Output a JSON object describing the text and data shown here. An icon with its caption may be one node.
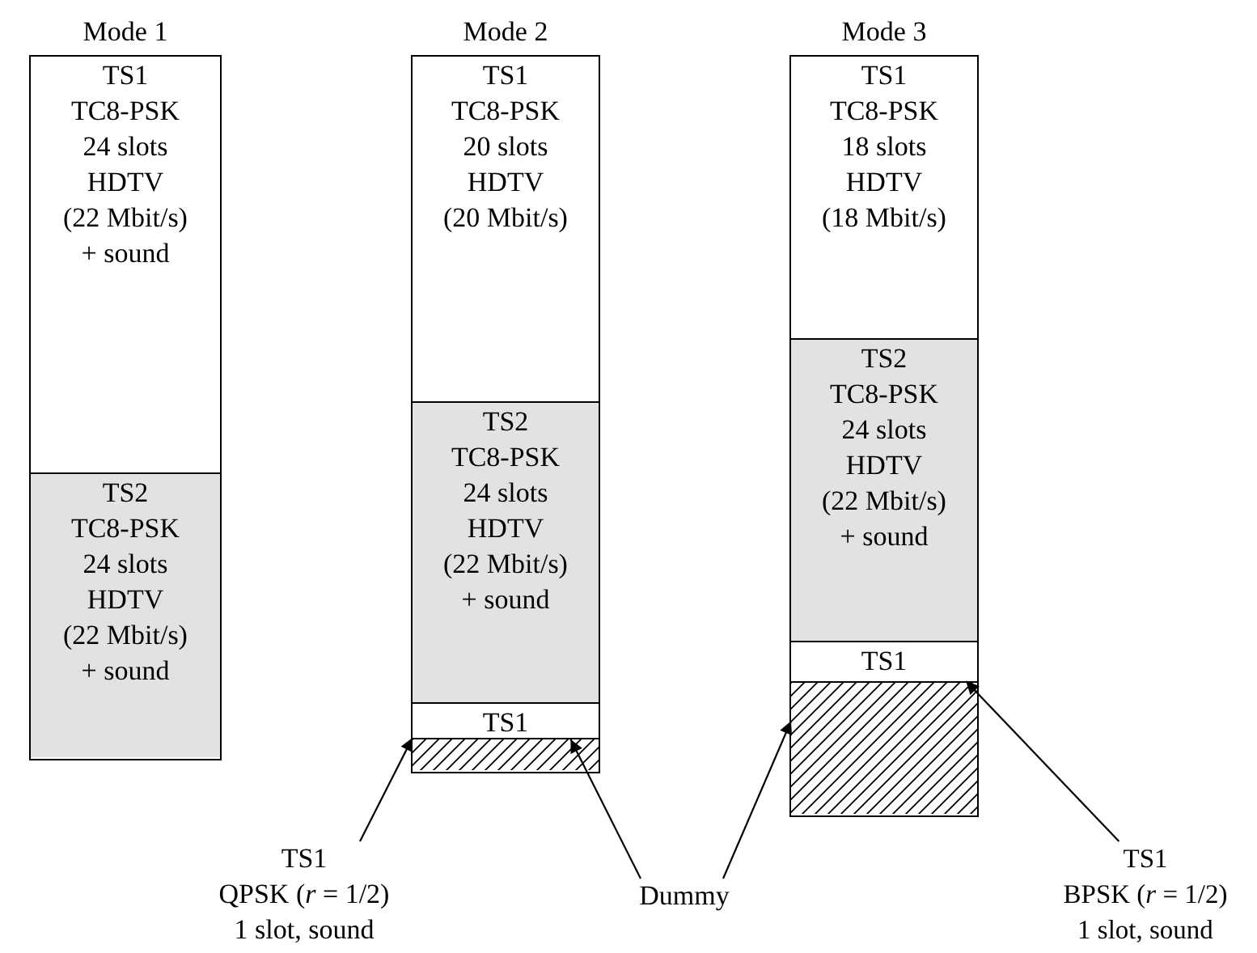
{
  "diagram": {
    "nodes": [
      {
        "text": [
          "Mode 1"
        ]
      },
      {
        "text": [
          "TS1",
          "TC8-PSK",
          "24 slots",
          "HDTV",
          "(22 Mbit/s)",
          "+ sound"
        ],
        "in": 0
      },
      {
        "text": [
          "TS2",
          "TC8-PSK",
          "24 slots",
          "HDTV",
          "(22 Mbit/s)",
          "+ sound"
        ],
        "in": 0
      },
      {
        "text": [
          "Mode 2"
        ]
      },
      {
        "text": [
          "TS1",
          "TC8-PSK",
          "20 slots",
          "HDTV",
          "(20 Mbit/s)"
        ],
        "in": 3
      },
      {
        "text": [
          "TS2",
          "TC8-PSK",
          "24 slots",
          "HDTV",
          "(22 Mbit/s)",
          "+ sound"
        ],
        "in": 3
      },
      {
        "text": [
          "TS1"
        ],
        "in": 3
      },
      {
        "text": [],
        "shape": "box",
        "in": 3
      },
      {
        "text": [
          "Mode 3"
        ]
      },
      {
        "text": [
          "TS1",
          "TC8-PSK",
          "18 slots",
          "HDTV",
          "(18 Mbit/s)"
        ],
        "in": 8
      },
      {
        "text": [
          "TS2",
          "TC8-PSK",
          "24 slots",
          "HDTV",
          "(22 Mbit/s)",
          "+ sound"
        ],
        "in": 8
      },
      {
        "text": [
          "TS1"
        ],
        "in": 8
      },
      {
        "text": [],
        "shape": "box",
        "in": 8
      },
      {
        "text": [
          "TS1",
          "QPSK (*r* = 1/2)",
          "1 slot, sound"
        ]
      },
      {
        "text": [
          "Dummy"
        ]
      },
      {
        "text": [
          "TS1",
          "BPSK (*r* = 1/2)",
          "1 slot, sound"
        ]
      }
    ],
    "edges": [
      {
        "from": 13,
        "to": 6,
        "arrow": "to"
      },
      {
        "from": 14,
        "to": 7,
        "arrow": "to"
      },
      {
        "from": 14,
        "to": 12,
        "arrow": "to"
      },
      {
        "from": 15,
        "to": 11,
        "arrow": "to"
      }
    ]
  }
}
